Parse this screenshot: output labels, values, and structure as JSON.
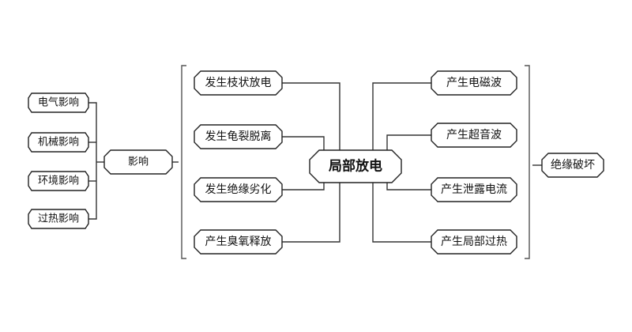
{
  "diagram": {
    "center": {
      "label": "局部放电"
    },
    "influence": {
      "label": "影响",
      "items": [
        {
          "label": "电气影响"
        },
        {
          "label": "机械影响"
        },
        {
          "label": "环境影响"
        },
        {
          "label": "过热影响"
        }
      ]
    },
    "phenomena": [
      {
        "label": "发生枝状放电"
      },
      {
        "label": "发生龟裂脱离"
      },
      {
        "label": "发生绝缘劣化"
      },
      {
        "label": "产生臭氧释放"
      }
    ],
    "outputs": [
      {
        "label": "产生电磁波"
      },
      {
        "label": "产生超音波"
      },
      {
        "label": "产生泄露电流"
      },
      {
        "label": "产生局部过热"
      }
    ],
    "result": {
      "label": "绝缘破坏"
    }
  }
}
